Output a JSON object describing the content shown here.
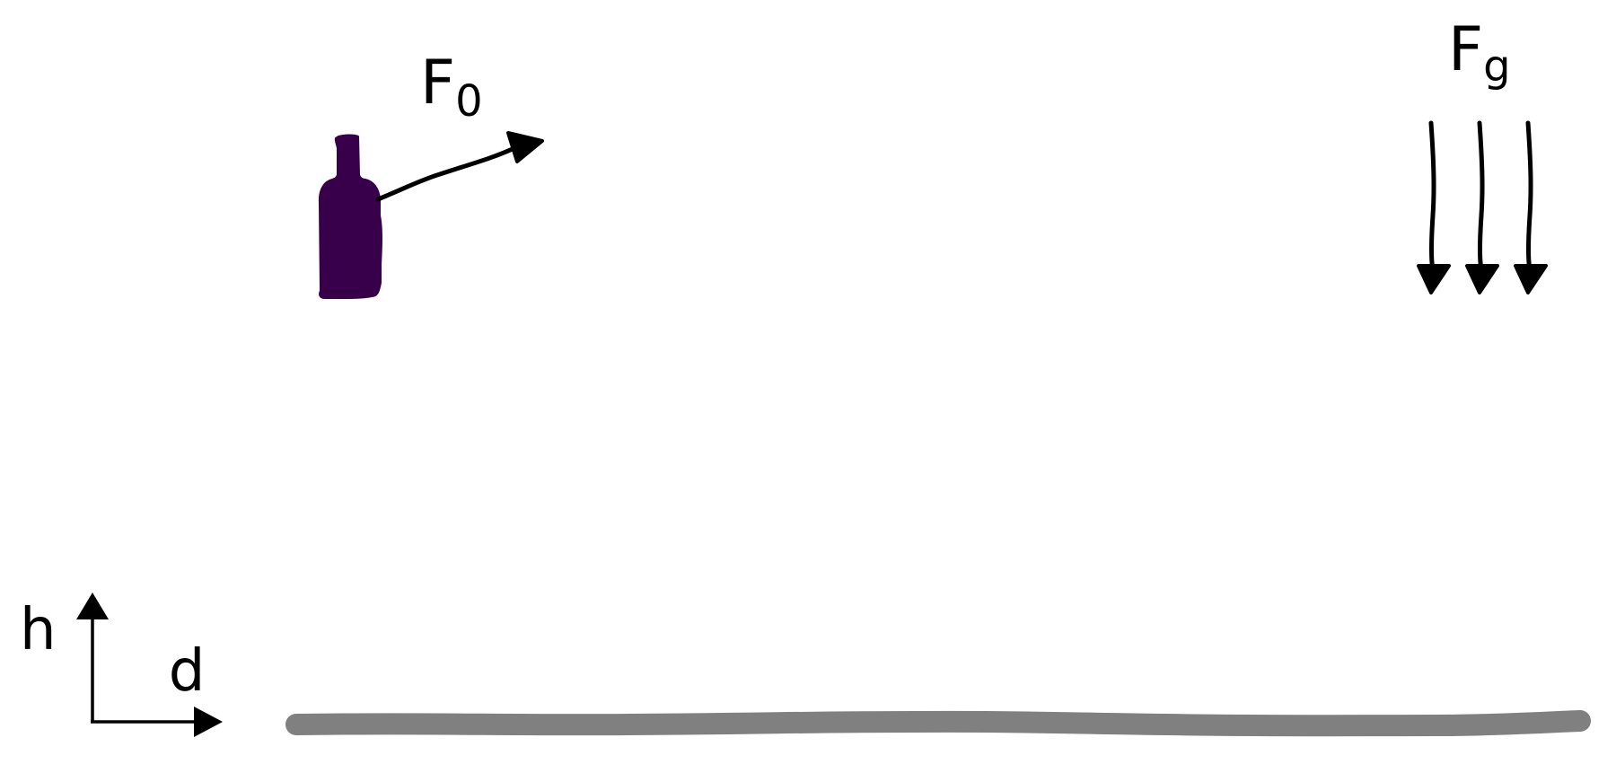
{
  "colors": {
    "bottle": "#38004A",
    "ground": "#808080",
    "ink": "#000000",
    "background": "#FFFFFF"
  },
  "labels": {
    "initial_force": {
      "base": "F",
      "subscript": "0"
    },
    "gravity_force": {
      "base": "F",
      "subscript": "g"
    },
    "vertical_axis": "h",
    "horizontal_axis": "d"
  },
  "icons": {
    "projectile": "bottle-icon"
  }
}
